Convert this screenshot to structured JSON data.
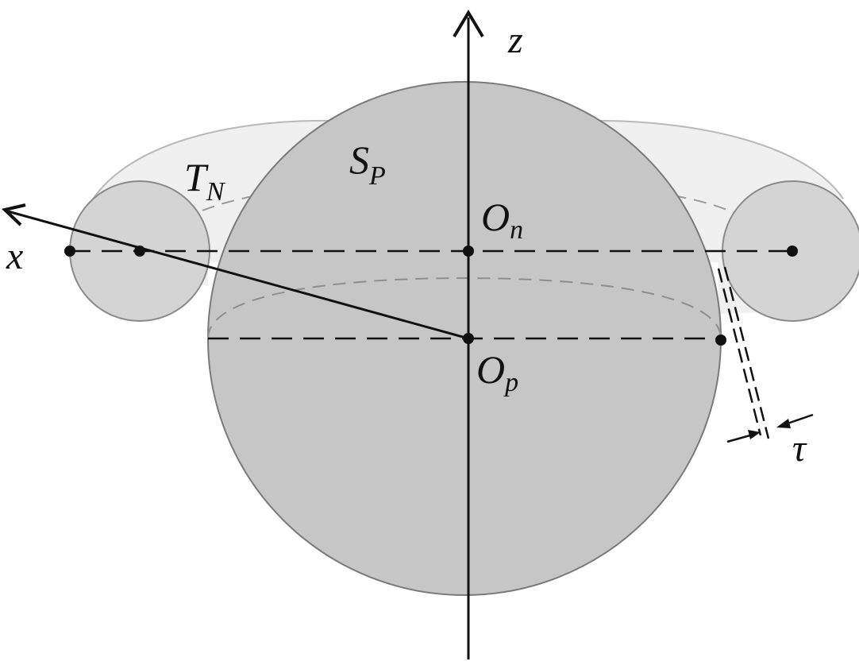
{
  "labels": {
    "z_axis": "z",
    "x_axis": "x",
    "sphere": {
      "main": "S",
      "sub": "P"
    },
    "torus": {
      "main": "T",
      "sub": "N"
    },
    "center_n": {
      "main": "O",
      "sub": "n"
    },
    "center_p": {
      "main": "O",
      "sub": "p"
    },
    "gap": "τ"
  },
  "colors": {
    "sphere_fill": "#c6c6c6",
    "sphere_stroke": "#7a7a7a",
    "torus_fill": "#f0f0f0",
    "torus_stroke": "#b9b9b9",
    "tube_fill": "#d4d4d4",
    "tube_stroke": "#8a8a8a",
    "line": "#111111",
    "hidden_dash": "#8e8e8e"
  }
}
